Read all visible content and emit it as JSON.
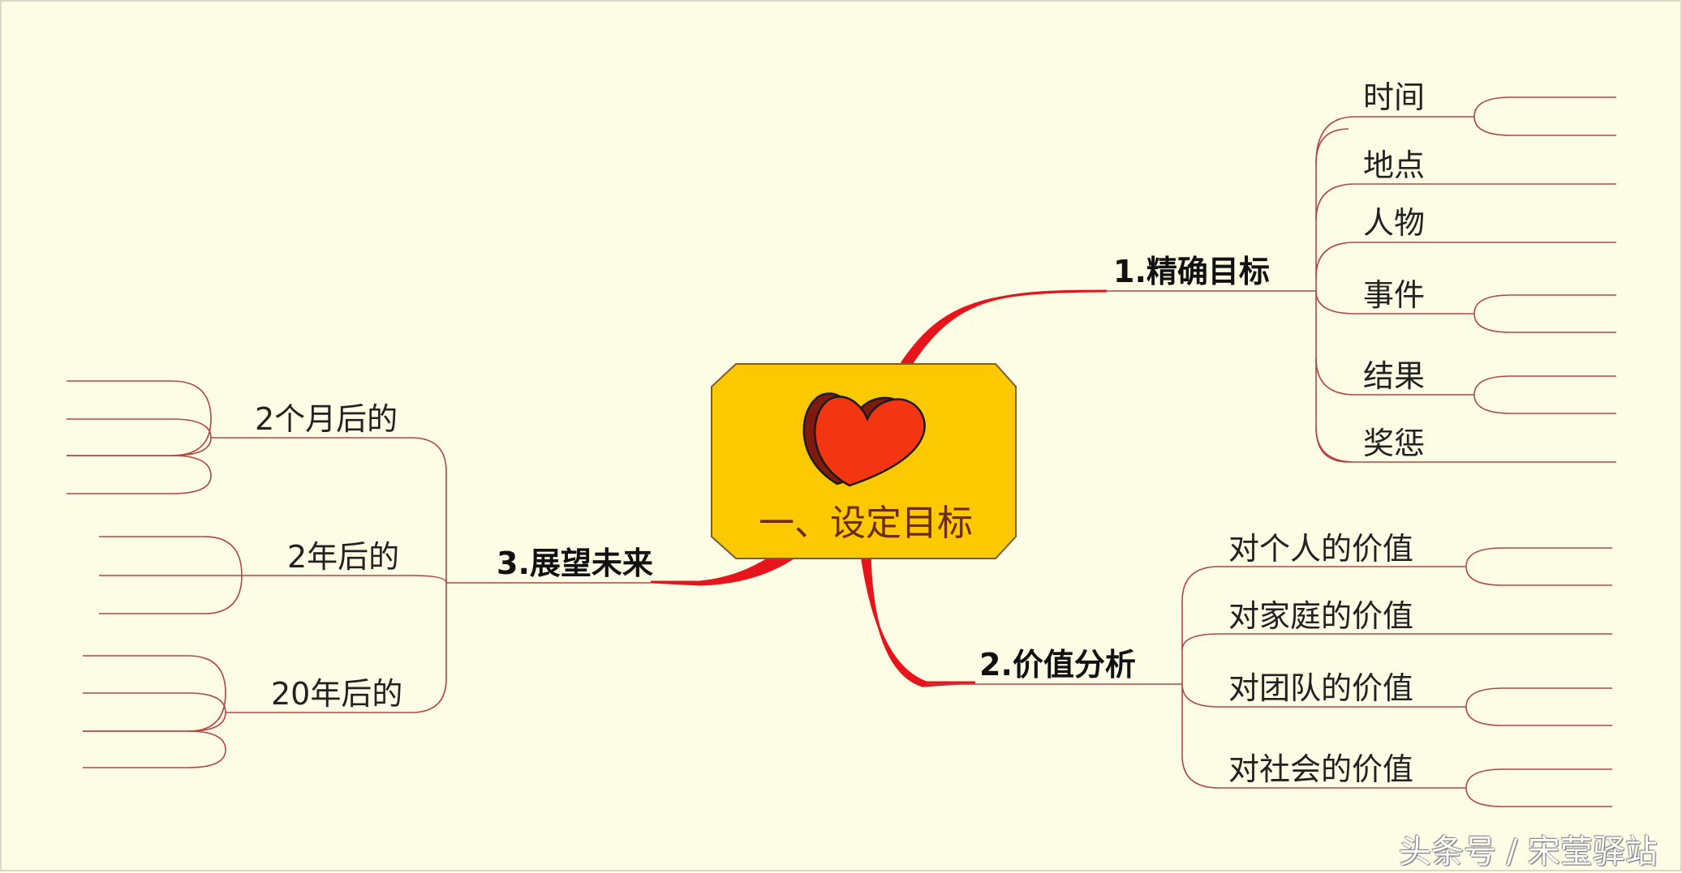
{
  "center": {
    "title": "一、设定目标"
  },
  "branches": {
    "goal": {
      "label": "1.精确目标",
      "items": [
        "时间",
        "地点",
        "人物",
        "事件",
        "结果",
        "奖惩"
      ]
    },
    "value": {
      "label": "2.价值分析",
      "items": [
        "对个人的价值",
        "对家庭的价值",
        "对团队的价值",
        "对社会的价值"
      ]
    },
    "future": {
      "label": "3.展望未来",
      "items": [
        "2个月后的",
        "2年后的",
        "20年后的"
      ]
    }
  },
  "watermark": "头条号 / 宋莹驿站",
  "colors": {
    "background": "#fdfde6",
    "main_branch": "#e8141b",
    "sub_line": "#b44545",
    "center_fill": "#fcc800",
    "heart": "#f43511"
  }
}
